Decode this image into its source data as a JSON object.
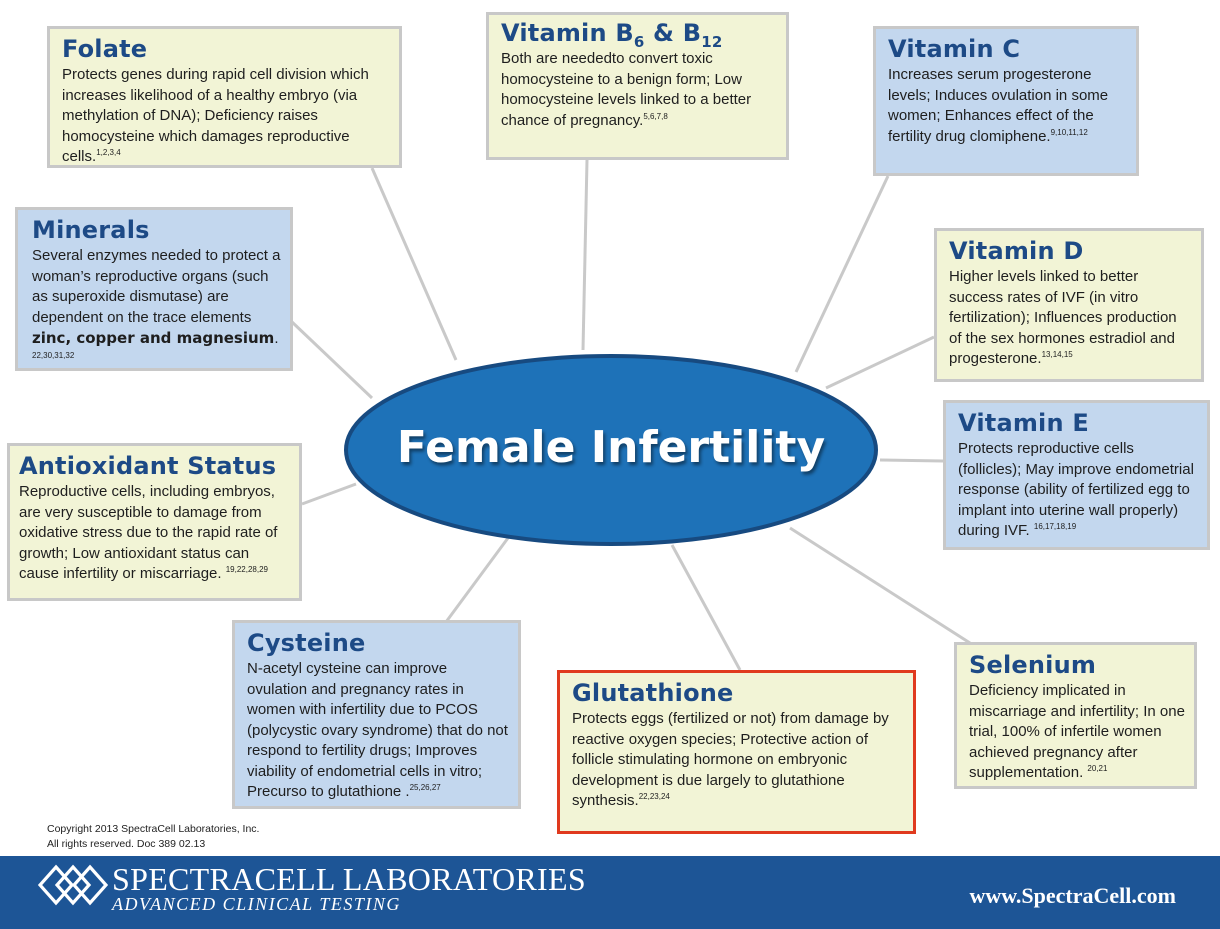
{
  "center": {
    "title": "Female Infertility"
  },
  "boxes": {
    "folate": {
      "title": "Folate",
      "text": " Protects genes during rapid cell division which increases likelihood of a healthy embryo (via methylation of DNA); Deficiency raises homocysteine which damages reproductive cells.",
      "refs": "1,2,3,4"
    },
    "vitamin_b": {
      "title_main": "Vitamin B",
      "sub1": "6",
      "amp": " & B",
      "sub2": "12",
      "text": "Both are neededto convert toxic homocysteine to a benign form; Low homocysteine levels linked to a better chance of pregnancy.",
      "refs": "5,6,7,8"
    },
    "vitamin_c": {
      "title": "Vitamin C",
      "text": "Increases serum progesterone levels; Induces ovulation in some women; Enhances effect of the fertility drug clomiphene.",
      "refs": "9,10,11,12"
    },
    "minerals": {
      "title": "Minerals",
      "text": "Several enzymes needed to protect a woman’s reproductive organs (such as superoxide dismutase) are dependent on the trace elements ",
      "bold": "zinc, copper and magnesium",
      "end": ".",
      "refs": "22,30,31,32"
    },
    "vitamin_d": {
      "title": "Vitamin D",
      "text": "Higher levels linked to better success rates of IVF (in vitro fertilization); Influences production of the sex hormones estradiol and progesterone.",
      "refs": "13,14,15"
    },
    "antioxidant": {
      "title": "Antioxidant Status",
      "text": "Reproductive cells, including embryos, are very susceptible to damage from oxidative stress due to the rapid rate of growth; Low antioxidant status can cause infertility or miscarriage. ",
      "refs": "19,22,28,29"
    },
    "vitamin_e": {
      "title": "Vitamin E",
      "text": "Protects reproductive cells (follicles); May improve endometrial response (ability of fertilized egg to implant into uterine wall properly) during IVF. ",
      "refs": "16,17,18,19"
    },
    "cysteine": {
      "title": "Cysteine",
      "text": "N-acetyl cysteine can improve ovulation and pregnancy rates in women with infertility due to PCOS (polycystic ovary syndrome) that do not respond to fertility drugs; Improves viability of endometrial cells in vitro; Precurso to glutathione .",
      "refs": "25,26,27"
    },
    "glutathione": {
      "title": "Glutathione",
      "text": "Protects eggs (fertilized or not) from damage by reactive oxygen species; Protective action of follicle stimulating hormone on embryonic development is due largely to glutathione synthesis.",
      "refs": "22,23,24"
    },
    "selenium": {
      "title": "Selenium",
      "text": "Deficiency implicated in miscarriage and infertility; In one trial, 100% of infertile women achieved pregnancy after supplementation. ",
      "refs": "20,21"
    }
  },
  "copyright": {
    "line1": "Copyright 2013 SpectraCell Laboratories, Inc.",
    "line2": "All rights reserved. Doc 389 02.13"
  },
  "footer": {
    "brand": "SPECTRACELL LABORATORIES",
    "tagline": "ADVANCED CLINICAL TESTING",
    "website": "www.SpectraCell.com"
  },
  "colors": {
    "ellipse": "#1e72b8",
    "title_blue": "#1d4a86",
    "footer": "#1d5596",
    "box_yellow": "#f2f4d6",
    "box_blue": "#c3d7ee",
    "highlight_border": "#e03a1e"
  }
}
